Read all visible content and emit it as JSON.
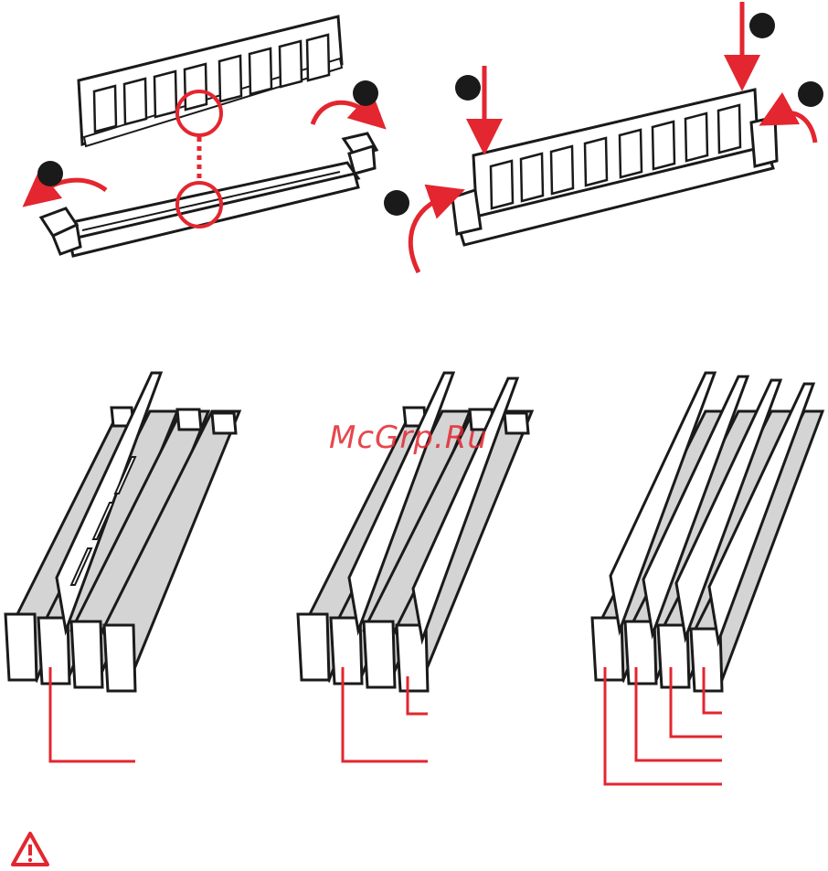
{
  "watermark": {
    "text": "McGrp.Ru"
  },
  "colors": {
    "accent": "#e3262f",
    "outline": "#1a1a1a",
    "slot_gray": "#d4d4d4",
    "module_fill": "#ffffff"
  },
  "install_steps": {
    "removal_step_badges": [
      "",
      ""
    ],
    "insertion_step_badges": [
      "",
      "",
      "",
      ""
    ]
  },
  "layouts": [
    {
      "modules": 1,
      "callout_lines": 1
    },
    {
      "modules": 2,
      "callout_lines": 2
    },
    {
      "modules": 4,
      "callout_lines": 4
    }
  ],
  "icons": {
    "warning": "warning-triangle-icon",
    "badge": "step-badge-icon",
    "arrow": "arrow-icon"
  }
}
